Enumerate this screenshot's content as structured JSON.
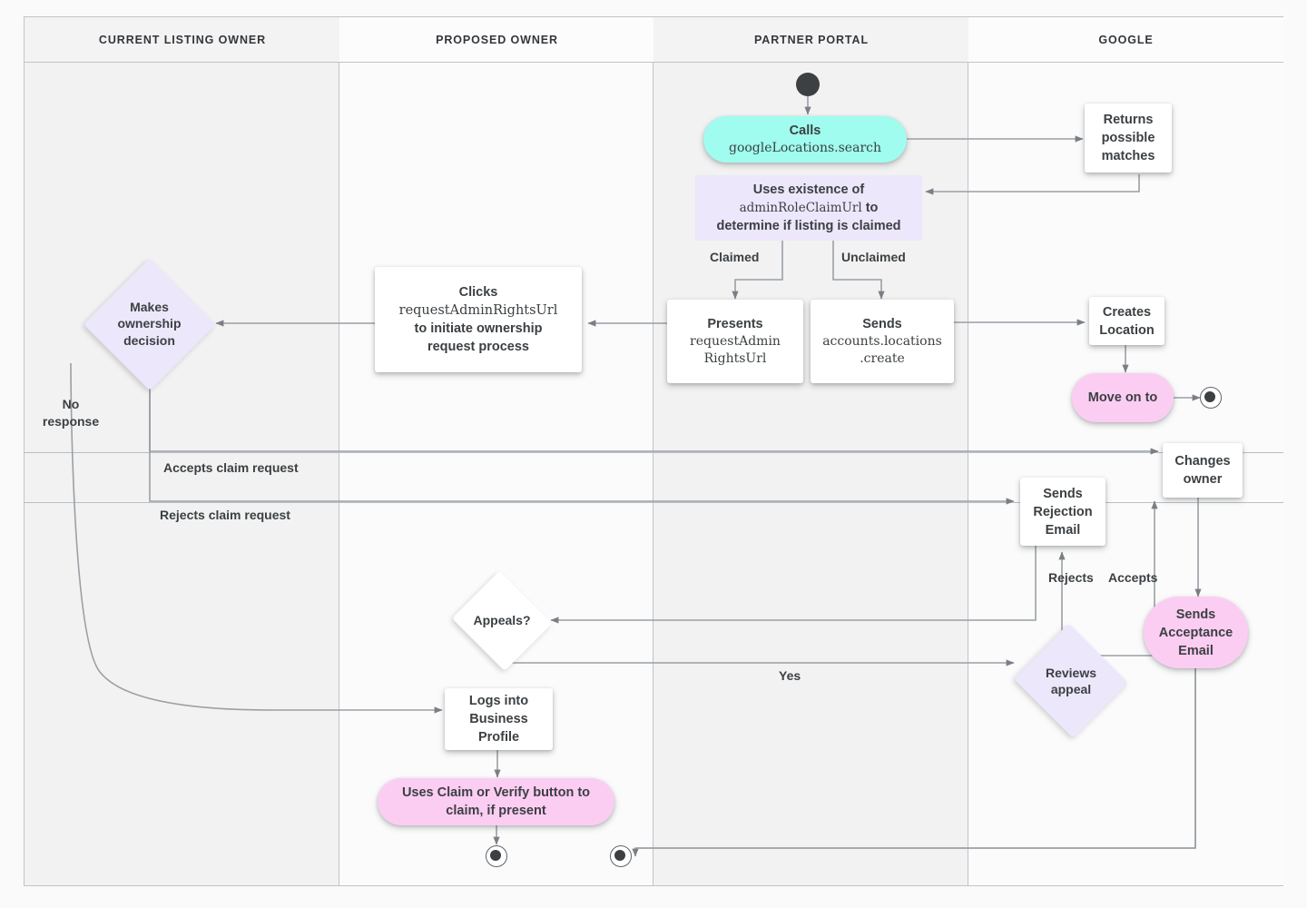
{
  "diagram": {
    "title": "Business Profile listing ownership transfer flow",
    "background": "#fafafa",
    "colors": {
      "cyan": "#9ffcee",
      "pink": "#fccdf2",
      "lavender": "#ece7fb",
      "white": "#ffffff",
      "line": "#8d9095",
      "text": "#3c4043",
      "lane_border": "#bfc3c9"
    }
  },
  "lanes": [
    {
      "id": "current-listing-owner",
      "label": "CURRENT LISTING OWNER"
    },
    {
      "id": "proposed-owner",
      "label": "PROPOSED OWNER"
    },
    {
      "id": "partner-portal",
      "label": "PARTNER PORTAL"
    },
    {
      "id": "google",
      "label": "GOOGLE"
    }
  ],
  "nodes": {
    "start": {
      "type": "start",
      "label": ""
    },
    "calls_search": {
      "type": "pill-cyan",
      "line1": "Calls",
      "line2": "googleLocations.search"
    },
    "returns_matches": {
      "type": "rect",
      "label": "Returns\npossible\nmatches"
    },
    "uses_existence": {
      "type": "soft-rect",
      "line1": "Uses existence of",
      "line2": "adminRoleClaimUrl",
      "line2_suffix": " to",
      "line3": "determine if listing is claimed"
    },
    "presents_url": {
      "type": "rect",
      "line1": "Presents",
      "line2": "requestAdmin",
      "line3": "RightsUrl"
    },
    "sends_create": {
      "type": "rect",
      "line1": "Sends",
      "line2": "accounts.locations",
      "line3": ".create"
    },
    "clicks_url": {
      "type": "rect",
      "line1": "Clicks",
      "line2": "requestAdminRightsUrl",
      "line3": "to initiate ownership",
      "line4": "request process"
    },
    "makes_decision": {
      "type": "diamond-lav",
      "label": "Makes\nownership\ndecision"
    },
    "creates_location": {
      "type": "rect",
      "label": "Creates\nLocation"
    },
    "move_on_to": {
      "type": "pill-pink",
      "label": "Move on to"
    },
    "end_google": {
      "type": "end",
      "label": ""
    },
    "changes_owner": {
      "type": "rect",
      "label": "Changes\nowner"
    },
    "sends_rejection": {
      "type": "rect",
      "label": "Sends\nRejection\nEmail"
    },
    "sends_acceptance": {
      "type": "pill-pink",
      "label": "Sends\nAcceptance\nEmail"
    },
    "appeals": {
      "type": "diamond-white",
      "label": "Appeals?"
    },
    "reviews_appeal": {
      "type": "diamond-lav",
      "label": "Reviews\nappeal"
    },
    "logs_into": {
      "type": "rect",
      "label": "Logs into\nBusiness\nProfile"
    },
    "uses_claim_verify": {
      "type": "pill-pink",
      "line1": "Uses Claim or Verify button to",
      "line2": "claim, if present"
    },
    "end_proposed": {
      "type": "end",
      "label": ""
    },
    "end_partner": {
      "type": "end",
      "label": ""
    }
  },
  "edge_labels": {
    "claimed": "Claimed",
    "unclaimed": "Unclaimed",
    "no_response": "No\nresponse",
    "accepts_claim": "Accepts claim request",
    "rejects_claim": "Rejects claim request",
    "rejects": "Rejects",
    "accepts": "Accepts",
    "yes": "Yes"
  }
}
